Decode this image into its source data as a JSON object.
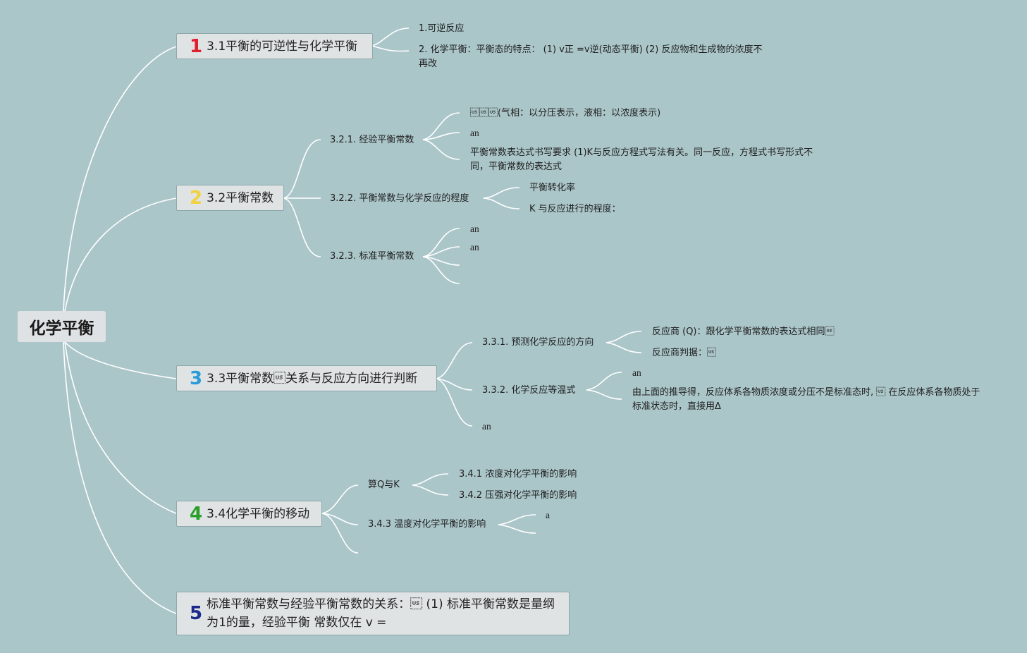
{
  "root": {
    "label": "化学平衡"
  },
  "topics": [
    {
      "num": "1",
      "num_color": "#e0202e",
      "label": "3.1平衡的可逆性与化学平衡"
    },
    {
      "num": "2",
      "num_color": "#f2d23c",
      "label": "3.2平衡常数"
    },
    {
      "num": "3",
      "num_color": "#2a9ad8",
      "label": "3.3平衡常数\u001f关系与反应方向进行判断"
    },
    {
      "num": "4",
      "num_color": "#2aa02a",
      "label": "3.4化学平衡的移动"
    },
    {
      "num": "5",
      "num_color": "#1a2a8a",
      "label": "标准平衡常数与经验平衡常数的关系：\u001f (1) 标准平衡常数是量纲为1的量，经验平衡 常数仅在   v ="
    }
  ],
  "t1": {
    "l1": "1.可逆反应",
    "l2": "2. 化学平衡：平衡态的特点： (1) v正 =v逆(动态平衡) (2) 反应物和生成物的浓度不再改"
  },
  "t2": {
    "s1": {
      "label": "3.2.1. 经验平衡常数",
      "c1": "\u001f\u001f\u001f(气相：以分压表示，液相：以浓度表示)",
      "c2": "an",
      "c3": "平衡常数表达式书写要求 (1)K与反应方程式写法有关。同一反应，方程式书写形式不同，平衡常数的表达式"
    },
    "s2": {
      "label": "3.2.2. 平衡常数与化学反应的程度",
      "c1": "平衡转化率",
      "c2": "K 与反应进行的程度："
    },
    "s3": {
      "label": "3.2.3. 标准平衡常数",
      "c1": "an",
      "c2": "an"
    }
  },
  "t3": {
    "s1": {
      "label": "3.3.1. 预测化学反应的方向",
      "c1": "反应商 (Q)：跟化学平衡常数的表达式相同\u001f",
      "c2": "反应商判据：\u001f"
    },
    "s2": {
      "label": "3.3.2. 化学反应等温式",
      "c1": "an",
      "c2": "由上面的推导得，反应体系各物质浓度或分压不是标准态时, \u001f 在反应体系各物质处于标准状态时，直接用Δ"
    },
    "s3": {
      "label": "an"
    }
  },
  "t4": {
    "s1": {
      "label": "算Q与K",
      "c1": "3.4.1 浓度对化学平衡的影响",
      "c2": "3.4.2 压强对化学平衡的影响"
    },
    "s2": {
      "label": "3.4.3 温度对化学平衡的影响",
      "c1": "a"
    }
  }
}
